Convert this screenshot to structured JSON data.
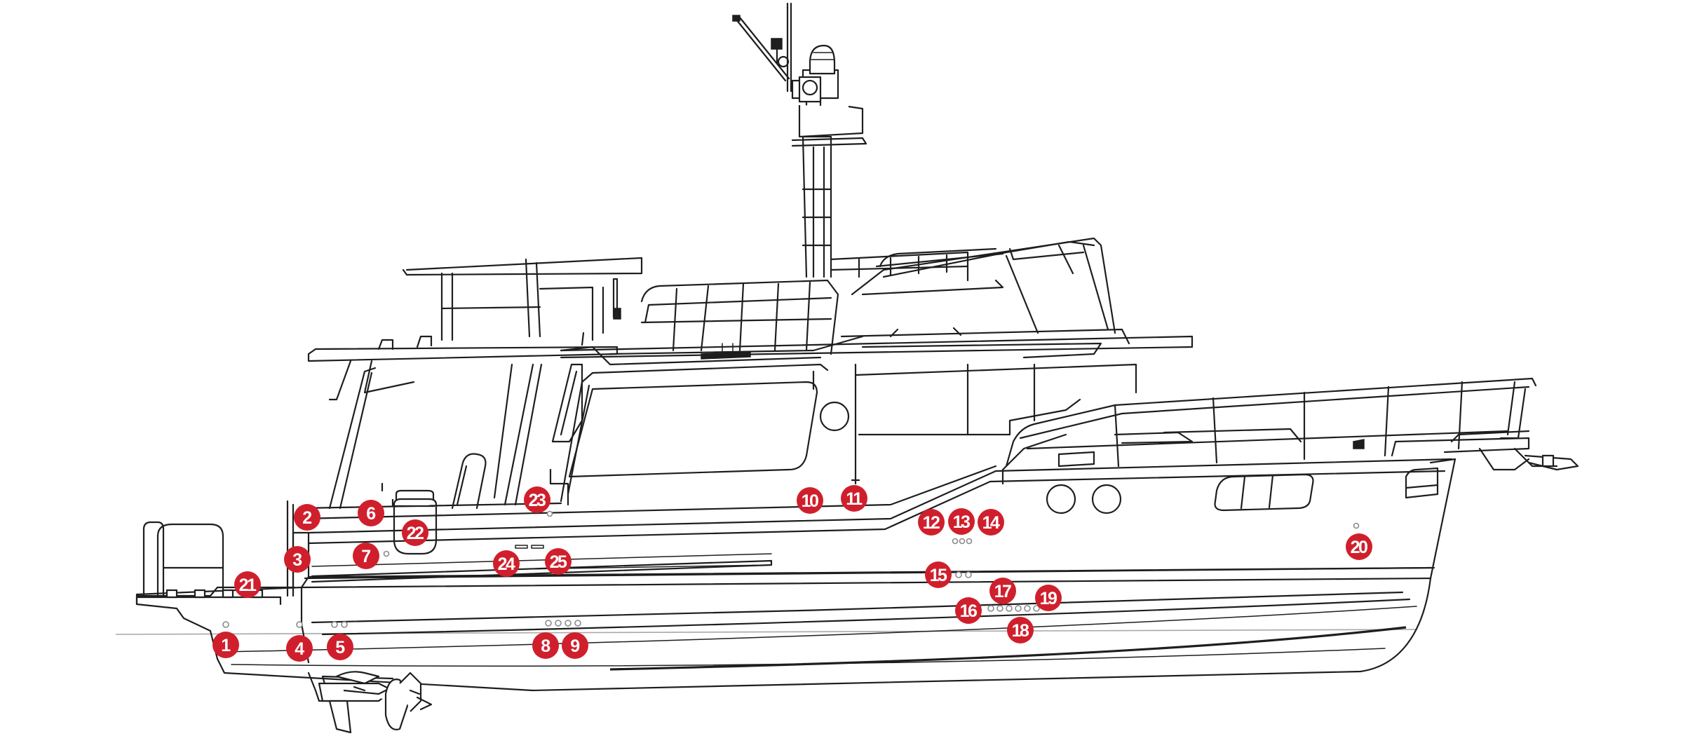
{
  "diagram": {
    "markers": [
      "1",
      "2",
      "3",
      "4",
      "5",
      "6",
      "7",
      "8",
      "9",
      "10",
      "11",
      "12",
      "13",
      "14",
      "15",
      "16",
      "17",
      "18",
      "19",
      "20",
      "21",
      "22",
      "23",
      "24",
      "25"
    ]
  },
  "colors": {
    "marker": "#d01f2c",
    "marker_text": "#ffffff",
    "line": "#1e1e1e",
    "waterline": "#a8a8a8",
    "port_dot": "#8a8a8a"
  }
}
